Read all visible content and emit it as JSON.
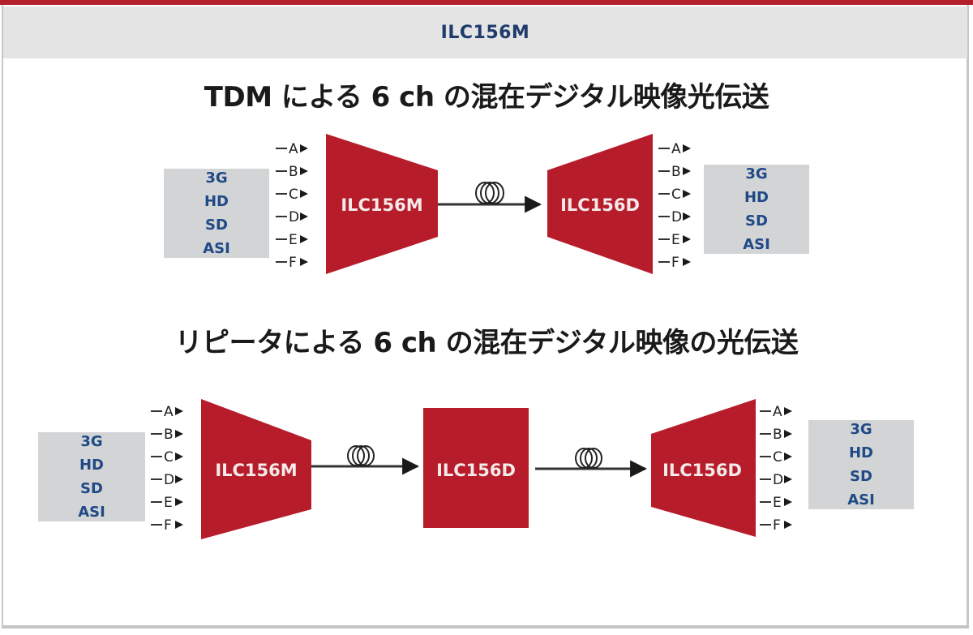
{
  "header": {
    "title": "ILC156M"
  },
  "colors": {
    "device_red": "#b71c2b",
    "signal_text": "#1f4a86",
    "signal_bg": "#d3d4d6",
    "accent_rule": "#b3202c"
  },
  "diagram1": {
    "title": "TDM による 6 ch の混在デジタル映像光伝送",
    "mux": {
      "label": "ILC156M"
    },
    "demux": {
      "label": "ILC156D"
    },
    "link_icon": "fiber-coil-icon",
    "input_signals": [
      "3G",
      "HD",
      "SD",
      "ASI"
    ],
    "output_signals": [
      "3G",
      "HD",
      "SD",
      "ASI"
    ],
    "input_channels": [
      "A",
      "B",
      "C",
      "D",
      "E",
      "F"
    ],
    "output_channels": [
      "A",
      "B",
      "C",
      "D",
      "E",
      "F"
    ]
  },
  "diagram2": {
    "title": "リピータによる 6 ch の混在デジタル映像の光伝送",
    "mux": {
      "label": "ILC156M"
    },
    "repeater": {
      "label": "ILC156D"
    },
    "demux": {
      "label": "ILC156D"
    },
    "link_icon": "fiber-coil-icon",
    "input_signals": [
      "3G",
      "HD",
      "SD",
      "ASI"
    ],
    "output_signals": [
      "3G",
      "HD",
      "SD",
      "ASI"
    ],
    "input_channels": [
      "A",
      "B",
      "C",
      "D",
      "E",
      "F"
    ],
    "output_channels": [
      "A",
      "B",
      "C",
      "D",
      "E",
      "F"
    ]
  }
}
